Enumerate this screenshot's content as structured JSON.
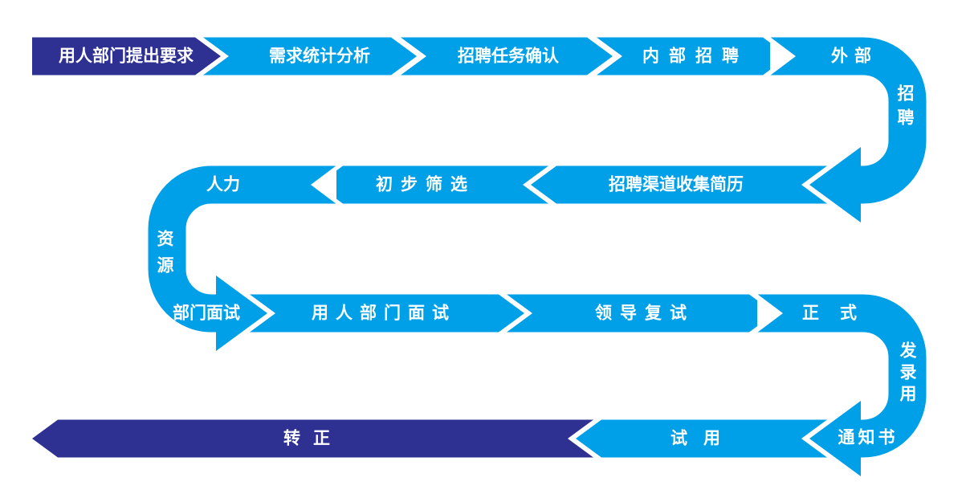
{
  "colors": {
    "cyan": "#00A0E9",
    "navy": "#2E3192",
    "label": "#FFFFFF",
    "background": "#FFFFFF"
  },
  "process": {
    "stages": [
      {
        "label": "用人部门提出要求"
      },
      {
        "label": "需求统计分析"
      },
      {
        "label": "招聘任务确认"
      },
      {
        "label": "内部招聘"
      },
      {
        "label": "外部招聘",
        "parts": {
          "h": "外部",
          "v": [
            "招",
            "聘"
          ]
        }
      },
      {
        "label": "招聘渠道收集简历"
      },
      {
        "label": "初步筛选"
      },
      {
        "label": "人力资源部门面试",
        "parts": {
          "h1": "人力",
          "v": [
            "资",
            "源"
          ],
          "h2": "部门面试"
        }
      },
      {
        "label": "用人部门面试"
      },
      {
        "label": "领导复试"
      },
      {
        "label": "正式发录用通知书",
        "parts": {
          "h1": "正式",
          "v": [
            "发",
            "录",
            "用"
          ],
          "h2": "通知书"
        }
      },
      {
        "label": "试用"
      },
      {
        "label": "转正"
      }
    ]
  }
}
